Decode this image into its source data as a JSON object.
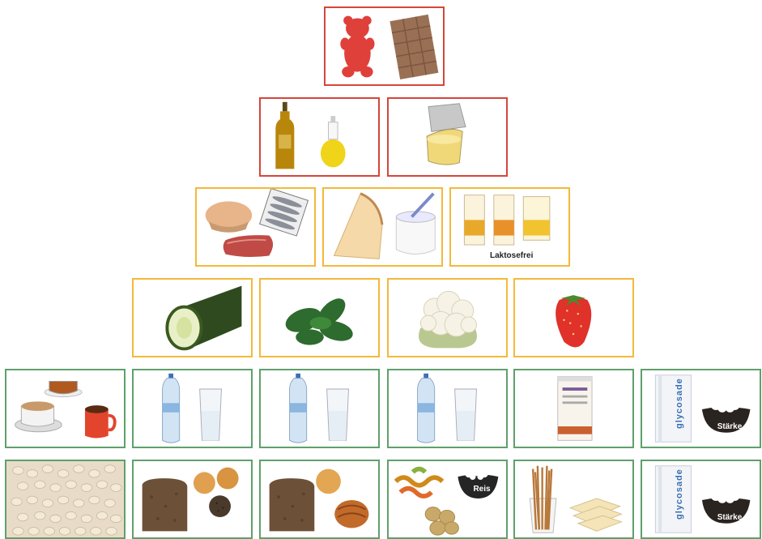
{
  "labels": {
    "lactose_free": "Laktosefrei",
    "starch": "Stärke",
    "rice": "Reis",
    "glucosade": "glycosade"
  },
  "tiers": [
    {
      "level": 1,
      "border": "#d5463a",
      "items": [
        "gummy-bear",
        "chocolate-bar"
      ]
    },
    {
      "level": 2,
      "border": "#d5463a",
      "items": [
        "oil",
        "butter"
      ]
    },
    {
      "level": 3,
      "border": "#f3b93a",
      "items": [
        "meat-fish",
        "cheese-yogurt",
        "lactose-free-drinks"
      ]
    },
    {
      "level": 4,
      "border": "#f3b93a",
      "items": [
        "cucumber",
        "spinach",
        "cauliflower",
        "strawberry"
      ]
    },
    {
      "level": 5,
      "border": "#5fa06b",
      "items": [
        "coffee-tea",
        "water",
        "water",
        "water",
        "powder-tin",
        "glycosade-starch"
      ]
    },
    {
      "level": 6,
      "border": "#5fa06b",
      "items": [
        "oat-flakes",
        "bread-rolls",
        "bread-pastry",
        "pasta-rice-potatoes",
        "pretzel-crackers",
        "glycosade-starch"
      ]
    }
  ]
}
